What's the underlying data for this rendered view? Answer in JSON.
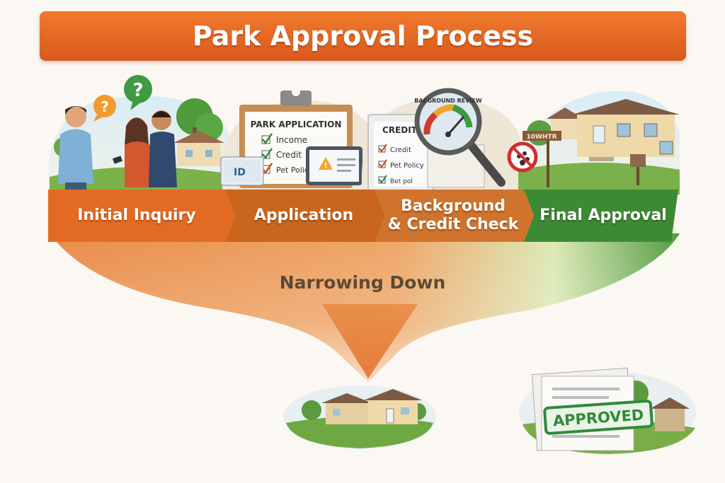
{
  "title": "Park Approval Process",
  "stages": [
    {
      "label": "Initial Inquiry",
      "color": "#e36a22"
    },
    {
      "label": "Application",
      "color": "#c9651d"
    },
    {
      "label": "Background\n& Credit Check",
      "color": "#d0732c"
    },
    {
      "label": "Final Approval",
      "color": "#3d8a34"
    }
  ],
  "funnel_label": "Narrowing Down",
  "illustrations": {
    "inquiry": {
      "bubble_1": "?",
      "bubble_2": "?"
    },
    "application": {
      "clipboard_title": "PARK APPLICATION",
      "items": [
        "Income",
        "Credit",
        "Pet Polic"
      ],
      "id_card": "ID"
    },
    "background": {
      "doc_title": "CREDIT",
      "items": [
        "Credit",
        "Pet Policy",
        "Bet pol"
      ],
      "gauge_text": "BACGROUND REVIEW"
    },
    "final": {
      "sign_text": "10WHTR"
    },
    "approved": {
      "stamp": "APPROVED"
    }
  },
  "colors": {
    "banner": "#e8682a",
    "orange": "#e36a22",
    "green": "#3d8a34",
    "funnel_text": "#5c4a36"
  }
}
